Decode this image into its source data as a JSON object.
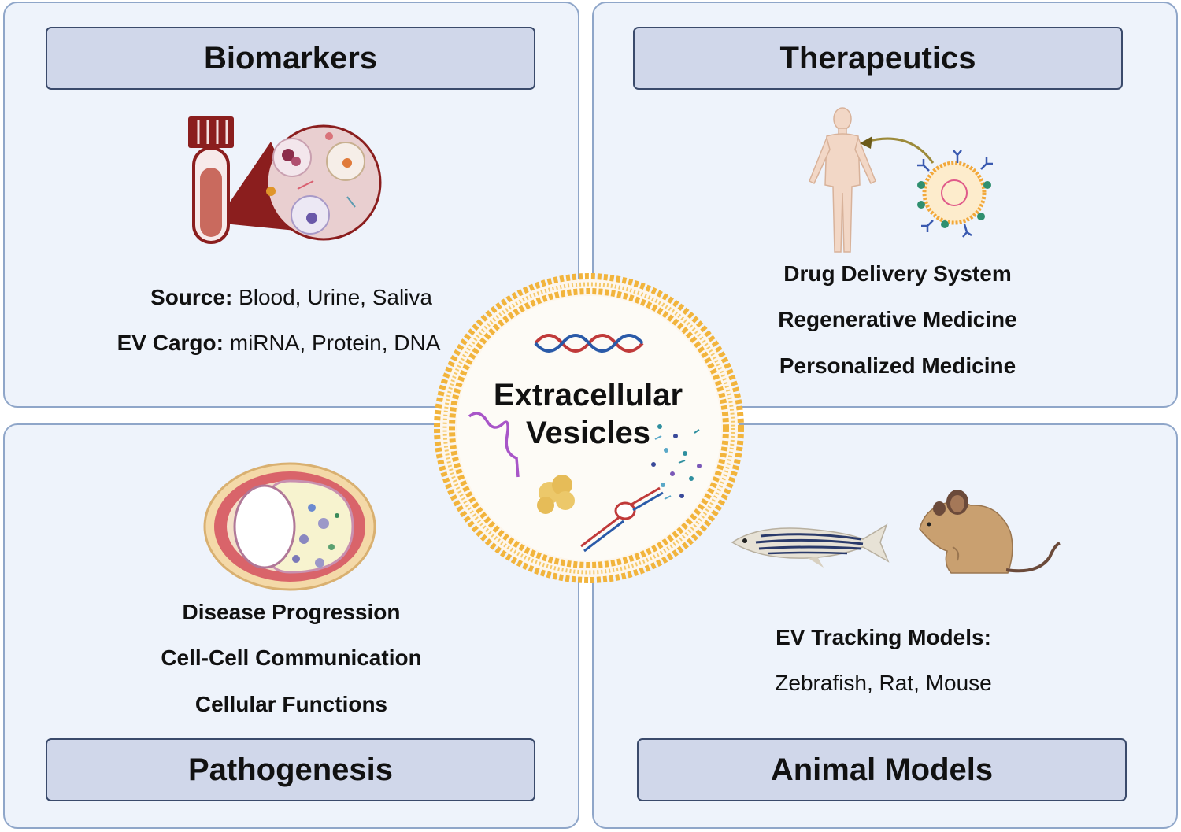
{
  "center": {
    "line1": "Extracellular",
    "line2": "Vesicles"
  },
  "biomarkers": {
    "title": "Biomarkers",
    "source_label": "Source:",
    "source_value": "Blood, Urine, Saliva",
    "cargo_label": "EV Cargo:",
    "cargo_value": "miRNA, Protein, DNA"
  },
  "therapeutics": {
    "title": "Therapeutics",
    "items": [
      "Drug Delivery System",
      "Regenerative Medicine",
      "Personalized Medicine"
    ]
  },
  "pathogenesis": {
    "title": "Pathogenesis",
    "items": [
      "Disease Progression",
      "Cell-Cell Communication",
      "Cellular Functions"
    ]
  },
  "animal_models": {
    "title": "Animal Models",
    "heading": "EV Tracking Models:",
    "species": "Zebrafish, Rat, Mouse"
  },
  "colors": {
    "panel_bg": "#eef3fb",
    "panel_border": "#8fa6c9",
    "title_bg": "#d0d7ea",
    "title_border": "#3a4a6b",
    "vesicle_orange": "#f2b43c"
  }
}
